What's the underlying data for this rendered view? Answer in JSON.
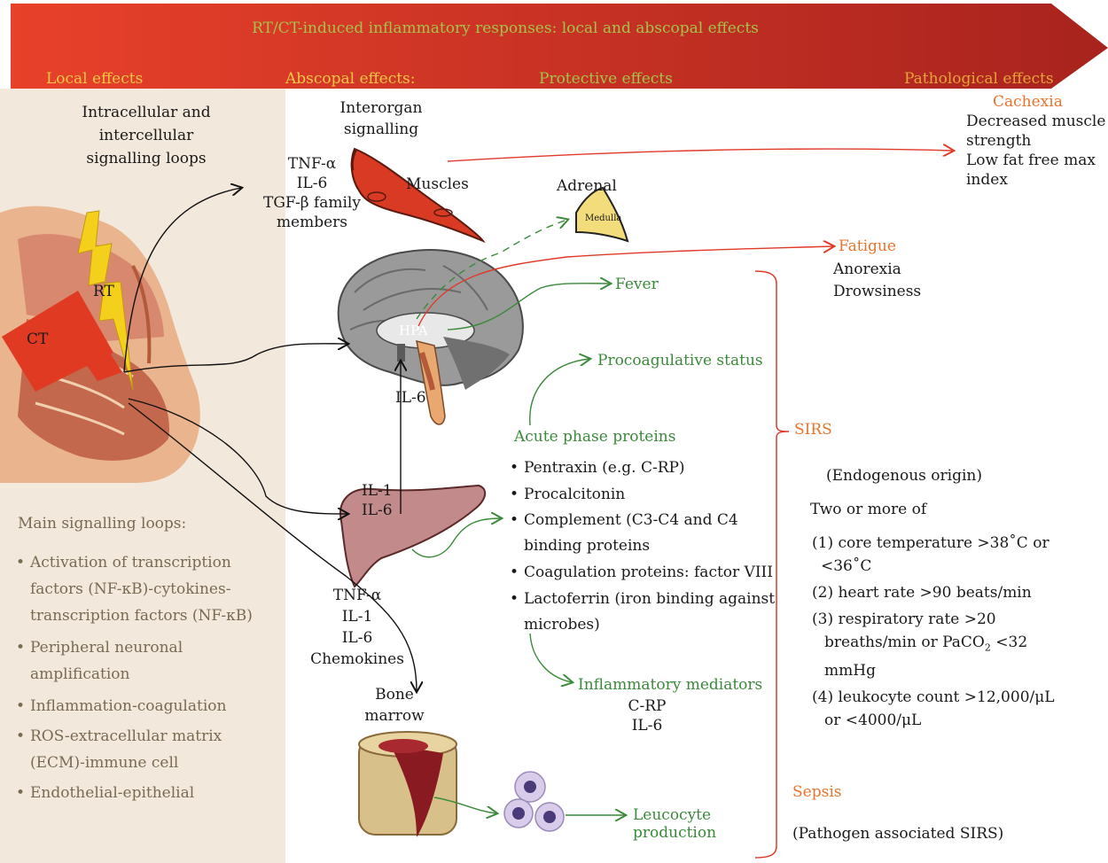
{
  "banner": {
    "title": "RT/CT-induced inflammatory responses: local and abscopal effects",
    "col_local": "Local effects",
    "col_abscopal": "Abscopal effects:",
    "col_protective": "Protective effects",
    "col_pathological": "Pathological effects"
  },
  "local": {
    "signalling_title_1": "Intracellular and",
    "signalling_title_2": "intercellular",
    "signalling_title_3": "signalling loops",
    "rt_label": "RT",
    "ct_label": "CT",
    "main_loops_title": "Main signalling loops:",
    "loops": [
      "Activation of transcription",
      "factors (NF-κB)-cytokines-",
      "transcription factors (NF-κB)",
      "Peripheral neuronal",
      "amplification",
      "Inflammation-coagulation",
      "ROS-extracellular matrix",
      "(ECM)-immune cell",
      "Endothelial-epithelial"
    ]
  },
  "abscopal": {
    "interorgan_1": "Interorgan",
    "interorgan_2": "signalling",
    "muscle_cytokines": [
      "TNF-α",
      "IL-6",
      "TGF-β family",
      "members"
    ],
    "muscles": "Muscles",
    "adrenal": "Adrenal",
    "medulla": "Medulla",
    "hpa": "HPA",
    "brain_il6": "IL-6",
    "liver_il": [
      "IL-1",
      "IL-6"
    ],
    "liver_out": [
      "TNF-α",
      "IL-1",
      "IL-6",
      "Chemokines"
    ],
    "bone_marrow_1": "Bone",
    "bone_marrow_2": "marrow"
  },
  "protective": {
    "fever": "Fever",
    "procoagulative": "Procoagulative status",
    "acute_phase_title": "Acute phase proteins",
    "acute_phase": [
      "Pentraxin (e.g. C-RP)",
      "Procalcitonin",
      "Complement (C3-C4 and C4",
      "binding proteins",
      "Coagulation proteins: factor VIII",
      "Lactoferrin (iron binding against",
      "microbes)"
    ],
    "inflammatory_mediators": "Inflammatory mediators",
    "mediators": [
      "C-RP",
      "IL-6"
    ],
    "leucocyte_1": "Leucocyte",
    "leucocyte_2": "production"
  },
  "pathological": {
    "cachexia": "Cachexia",
    "cachexia_items": [
      "Decreased muscle",
      "strength",
      "Low fat free max",
      "index"
    ],
    "fatigue": "Fatigue",
    "fatigue_items": [
      "Anorexia",
      "Drowsiness"
    ],
    "sirs": "SIRS",
    "endogenous": "(Endogenous origin)",
    "two_or_more": "Two or more of",
    "criteria": [
      "(1) core temperature >38˚C or",
      "<36˚C",
      "(2) heart rate >90 beats/min",
      "(3) respiratory rate >20",
      "breaths/min or PaCO",
      "2",
      " <32",
      "mmHg",
      "(4) leukocyte count >12,000/μL",
      "or <4000/μL"
    ],
    "sepsis": "Sepsis",
    "pathogen": "(Pathogen associated SIRS)"
  },
  "colors": {
    "banner_left": "#e8412a",
    "banner_right": "#a8231e",
    "local_panel": "#f2e8dc",
    "green": "#3a8a3a",
    "orange": "#e8732c",
    "red": "#e03a2a"
  }
}
